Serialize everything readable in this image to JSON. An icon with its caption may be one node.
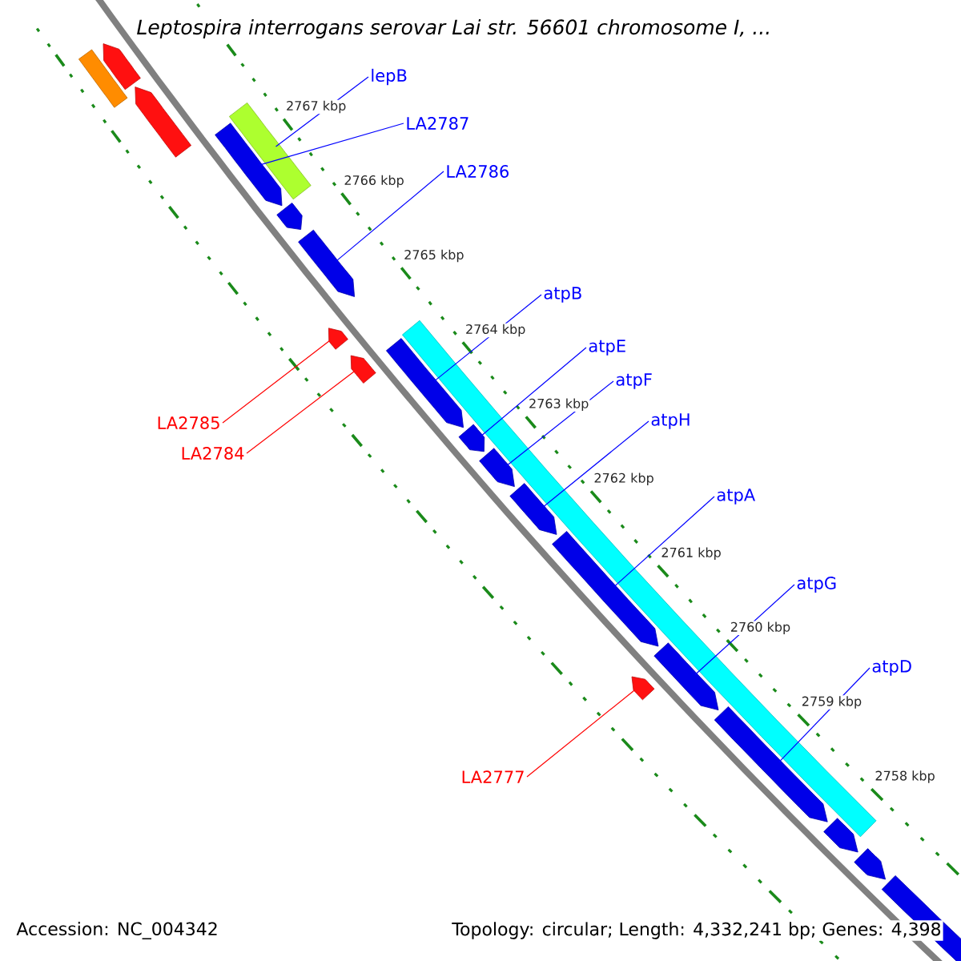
{
  "diagram": {
    "title": "Leptospira interrogans serovar Lai str. 56601 chromosome I, ...",
    "nodes": [
      {
        "text": [
          "lepB"
        ]
      },
      {
        "text": [
          "LA2787"
        ]
      },
      {
        "text": [
          "LA2786"
        ]
      },
      {
        "text": [
          "atpB"
        ]
      },
      {
        "text": [
          "atpE"
        ]
      },
      {
        "text": [
          "atpF"
        ]
      },
      {
        "text": [
          "atpH"
        ]
      },
      {
        "text": [
          "LA2785"
        ]
      },
      {
        "text": [
          "LA2784"
        ]
      },
      {
        "text": [
          "atpA"
        ]
      },
      {
        "text": [
          "atpG"
        ]
      },
      {
        "text": [
          "atpD"
        ]
      },
      {
        "text": [
          "LA2777"
        ]
      },
      {
        "text": [],
        "shape": "bar"
      },
      {
        "text": [],
        "shape": "arrow"
      },
      {
        "text": [],
        "shape": "arrow"
      },
      {
        "text": [],
        "shape": "arrow"
      },
      {
        "text": [],
        "shape": "arrow"
      },
      {
        "text": [],
        "shape": "arrow"
      },
      {
        "text": [],
        "shape": "arrow"
      },
      {
        "text": [],
        "shape": "arrow"
      },
      {
        "text": [],
        "shape": "arrow"
      },
      {
        "text": [],
        "shape": "arrow"
      },
      {
        "text": [],
        "shape": "arrow"
      },
      {
        "text": [],
        "shape": "arrow"
      },
      {
        "text": [],
        "shape": "arrow"
      },
      {
        "text": [],
        "shape": "bar"
      },
      {
        "text": [],
        "shape": "arrow"
      },
      {
        "text": [],
        "shape": "arrow"
      },
      {
        "text": [],
        "shape": "arrow"
      },
      {
        "text": [],
        "shape": "arrow"
      },
      {
        "text": [],
        "shape": "bar"
      },
      {
        "text": [],
        "shape": "arrow"
      },
      {
        "text": [],
        "shape": "arrow"
      }
    ],
    "edges": [
      {
        "from": 0,
        "to": 13,
        "arrow": "none"
      },
      {
        "from": 1,
        "to": 14,
        "arrow": "none"
      },
      {
        "from": 2,
        "to": 15,
        "arrow": "none"
      },
      {
        "from": 3,
        "to": 16,
        "arrow": "none"
      },
      {
        "from": 4,
        "to": 17,
        "arrow": "none"
      },
      {
        "from": 5,
        "to": 18,
        "arrow": "none"
      },
      {
        "from": 6,
        "to": 19,
        "arrow": "none"
      },
      {
        "from": 7,
        "to": 20,
        "arrow": "none",
        "color": "#ff0000"
      },
      {
        "from": 8,
        "to": 21,
        "arrow": "none",
        "color": "#ff0000"
      },
      {
        "from": 9,
        "to": 22,
        "arrow": "none"
      },
      {
        "from": 10,
        "to": 23,
        "arrow": "none"
      },
      {
        "from": 11,
        "to": 24,
        "arrow": "none"
      },
      {
        "from": 12,
        "to": 25,
        "arrow": "none",
        "color": "#ff0000"
      }
    ],
    "labels": [
      "2767 kbp",
      "2766 kbp",
      "2765 kbp",
      "2764 kbp",
      "2763 kbp",
      "2762 kbp",
      "2761 kbp",
      "2760 kbp",
      "2759 kbp",
      "2758 kbp",
      "Accession: NC_004342",
      "Topology: circular; Length: 4,332,241 bp; Genes: 4,398"
    ]
  }
}
